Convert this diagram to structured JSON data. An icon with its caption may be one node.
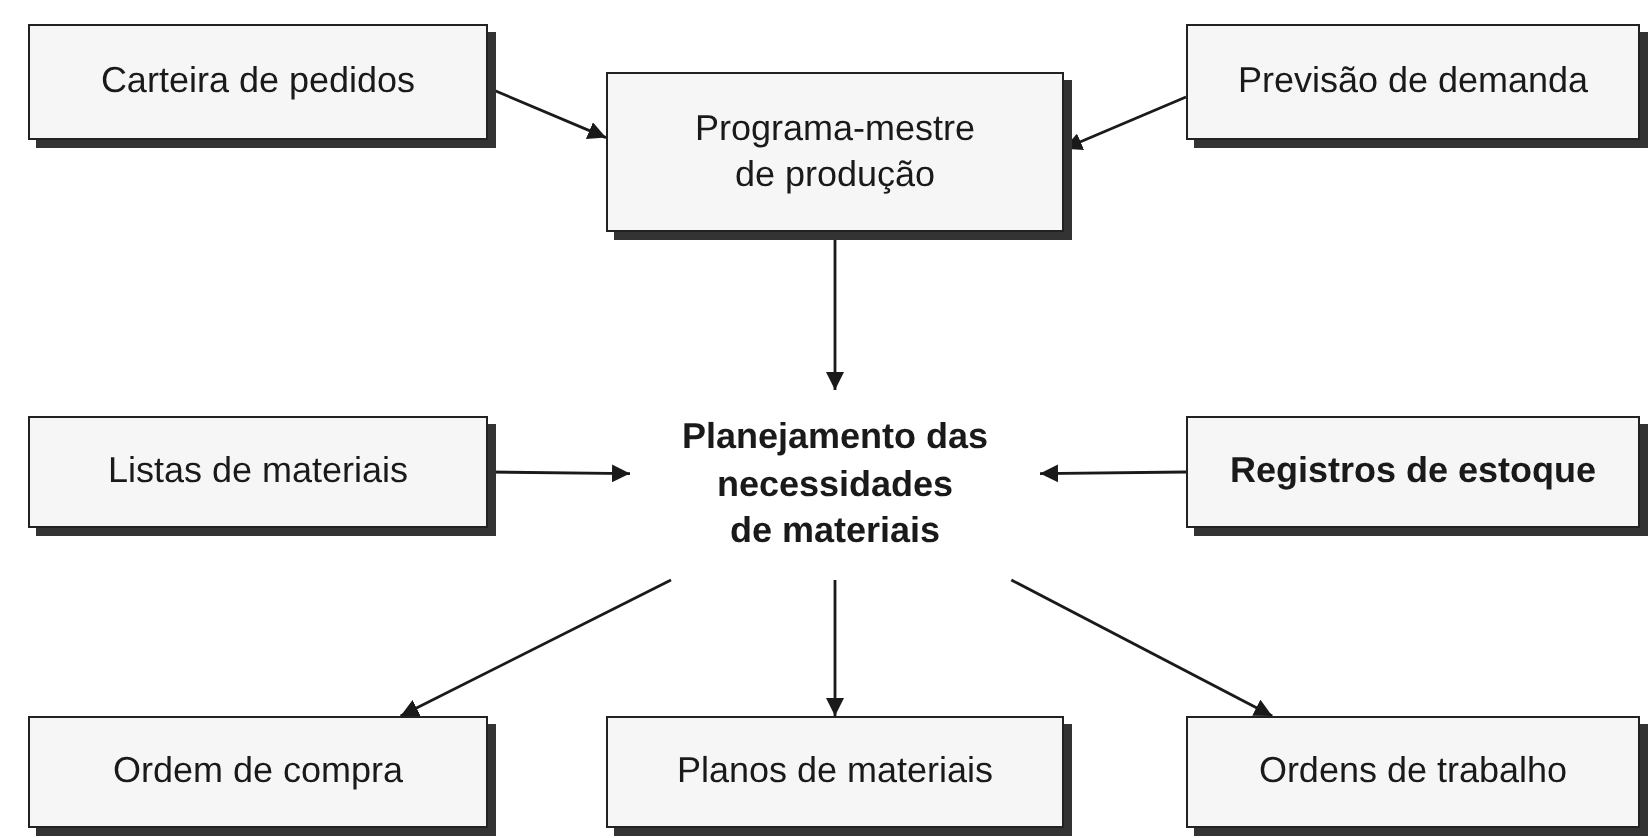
{
  "diagram": {
    "nodes": [
      {
        "text": [
          "Carteira de pedidos"
        ]
      },
      {
        "text": [
          "Programa-mestre de produção"
        ]
      },
      {
        "text": [
          "Previsão de demanda"
        ]
      },
      {
        "text": [
          "Listas de materiais"
        ]
      },
      {
        "text": [
          "Planejamento das necessidades de materiais"
        ]
      },
      {
        "text": [
          "Registros de estoque"
        ]
      },
      {
        "text": [
          "Ordem de compra"
        ]
      },
      {
        "text": [
          "Planos de materiais"
        ]
      },
      {
        "text": [
          "Ordens de trabalho"
        ]
      }
    ],
    "edges": [
      {
        "from": 0,
        "to": 1,
        "arrow": "to"
      },
      {
        "from": 2,
        "to": 1,
        "arrow": "to"
      },
      {
        "from": 1,
        "to": 4,
        "arrow": "to"
      },
      {
        "from": 3,
        "to": 4,
        "arrow": "to"
      },
      {
        "from": 5,
        "to": 4,
        "arrow": "to"
      },
      {
        "from": 4,
        "to": 6,
        "arrow": "to"
      },
      {
        "from": 4,
        "to": 7,
        "arrow": "to"
      },
      {
        "from": 4,
        "to": 8,
        "arrow": "to"
      }
    ]
  }
}
